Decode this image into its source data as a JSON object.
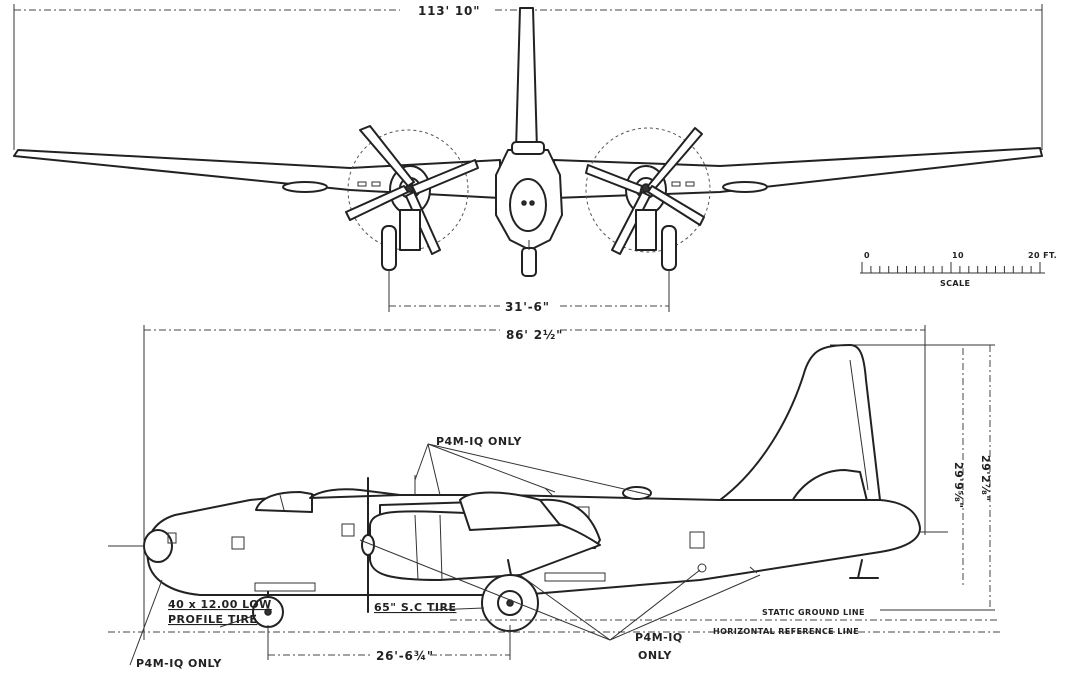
{
  "dimensions": {
    "span": "113' 10\"",
    "track": "31'-6\"",
    "length": "86' 2½\"",
    "height_total": "29'2⅞\"",
    "height_static": "29'9⅝\"",
    "wheelbase": "26'-6¾\""
  },
  "scale": {
    "tick_0": "0",
    "tick_10": "10",
    "tick_20": "20 FT.",
    "label": "SCALE"
  },
  "callouts": {
    "p4m_top": "P4M-IQ ONLY",
    "p4m_bottom_line1": "P4M-IQ",
    "p4m_bottom_line2": "ONLY",
    "p4m_nose": "P4M-IQ ONLY",
    "nose_tire_line1": "40 x 12.00 LOW",
    "nose_tire_line2": "PROFILE TIRE",
    "main_tire": "65\" S.C TIRE",
    "static_ground_line": "STATIC GROUND LINE",
    "horizontal_reference_line": "HORIZONTAL REFERENCE LINE"
  }
}
